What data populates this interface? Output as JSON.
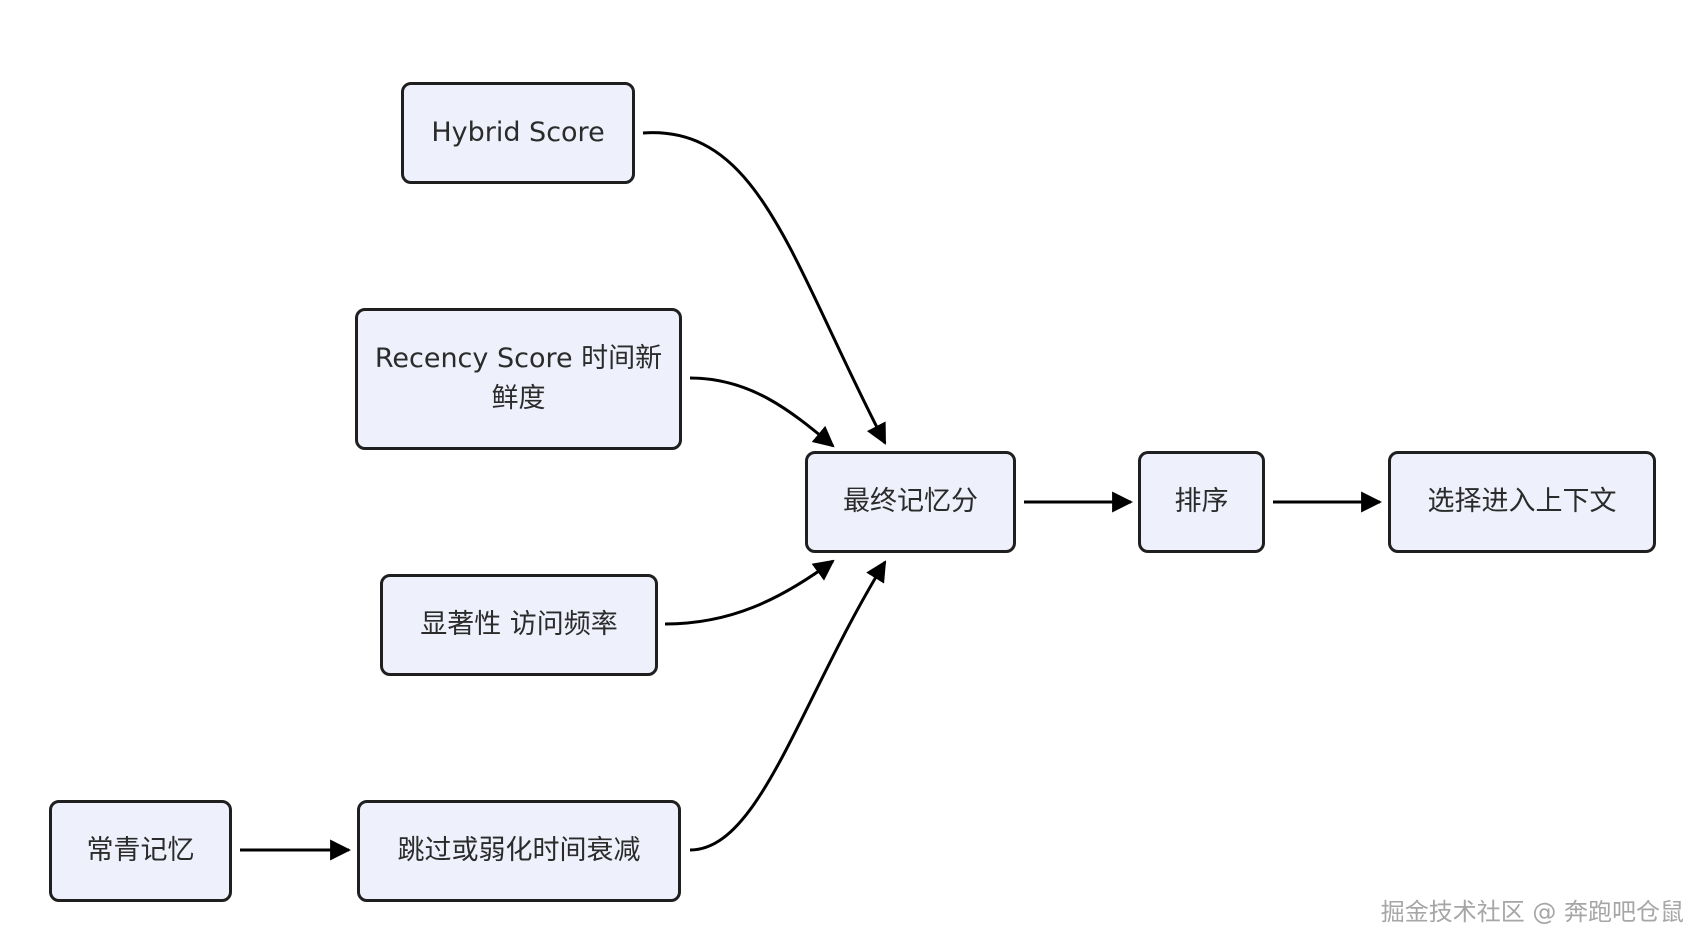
{
  "nodes": {
    "hybrid_score": "Hybrid Score",
    "recency_score": "Recency Score 时间新鲜度",
    "salience": "显著性 访问频率",
    "evergreen": "常青记忆",
    "skip_decay": "跳过或弱化时间衰减",
    "final_score": "最终记忆分",
    "sort": "排序",
    "select_context": "选择进入上下文"
  },
  "edges": [
    {
      "from": "hybrid_score",
      "to": "final_score"
    },
    {
      "from": "recency_score",
      "to": "final_score"
    },
    {
      "from": "salience",
      "to": "final_score"
    },
    {
      "from": "evergreen",
      "to": "skip_decay"
    },
    {
      "from": "skip_decay",
      "to": "final_score"
    },
    {
      "from": "final_score",
      "to": "sort"
    },
    {
      "from": "sort",
      "to": "select_context"
    }
  ],
  "watermark": "掘金技术社区 @ 奔跑吧仓鼠",
  "colors": {
    "node_fill": "#eef0fb",
    "stroke": "#1f1f1f"
  }
}
